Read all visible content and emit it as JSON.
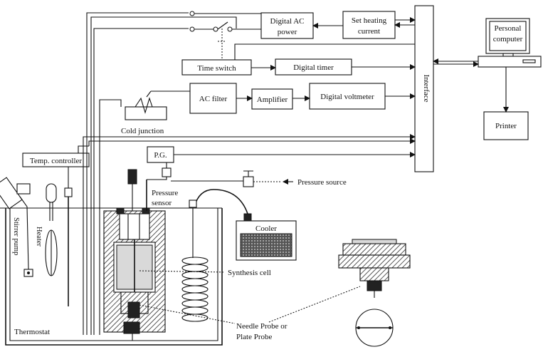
{
  "labels": {
    "digital_ac_power": [
      "Digital AC",
      "power"
    ],
    "set_heating_current": [
      "Set heating",
      "current"
    ],
    "personal_computer": [
      "Personal",
      "computer"
    ],
    "time_switch": "Time switch",
    "digital_timer": "Digital timer",
    "interface": "Interface",
    "ac_filter": "AC filter",
    "amplifier": "Amplifier",
    "digital_voltmeter": "Digital voltmeter",
    "printer": "Printer",
    "cold_junction": "Cold junction",
    "temp_controller": "Temp. controller",
    "pg": "P.G.",
    "pressure_source": "Pressure source",
    "pressure_sensor": [
      "Pressure",
      "sensor"
    ],
    "cooler": "Cooler",
    "stirrer_pump": "Stirrer pump",
    "heater": "Heater",
    "synthesis_cell": "Synthesis cell",
    "thermostat": "Thermostat",
    "probe": [
      "Needle Probe or",
      "Plate Probe"
    ]
  }
}
